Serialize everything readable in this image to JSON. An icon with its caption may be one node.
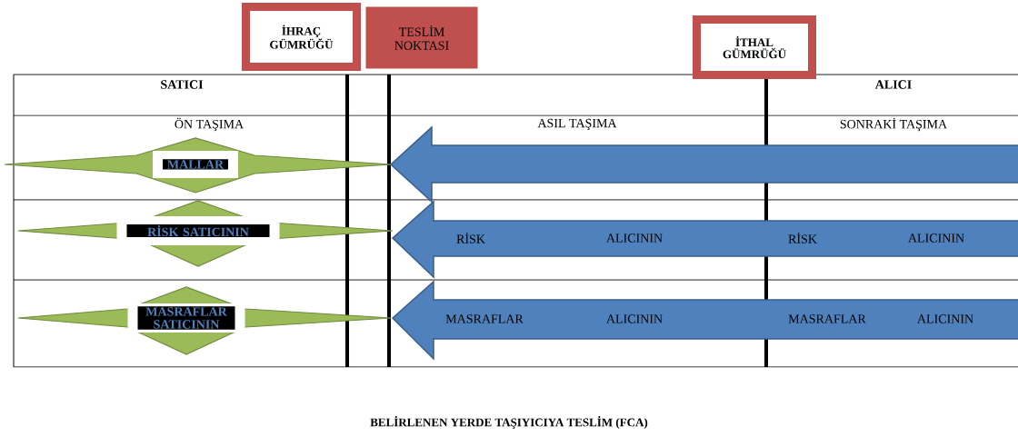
{
  "diagram": {
    "caption": "BELİRLENEN YERDE TAŞIYICIYA TESLİM (FCA)",
    "nodes": [
      {
        "text": [
          "İHRAÇ GÜMRÜĞÜ"
        ]
      },
      {
        "text": [
          "TESLİM NOKTASI"
        ]
      },
      {
        "text": [
          "İTHAL GÜMRÜĞÜ"
        ]
      },
      {
        "text": [
          "MALLAR"
        ]
      },
      {
        "text": [
          "RİSK SATICININ"
        ]
      },
      {
        "text": [
          "MASRAFLAR SATICININ"
        ]
      },
      {
        "text": [],
        "shape": "arrow"
      },
      {
        "text": [
          "RİSK",
          "ALICININ",
          "RİSK",
          "ALICININ"
        ]
      },
      {
        "text": [
          "MASRAFLAR",
          "ALICININ",
          "MASRAFLAR",
          "ALICININ"
        ]
      }
    ],
    "labels": [
      "SATICI",
      "ALICI",
      "ÖN TAŞIMA",
      "ASIL TAŞIMA",
      "SONRAKİ TAŞIMA"
    ]
  }
}
